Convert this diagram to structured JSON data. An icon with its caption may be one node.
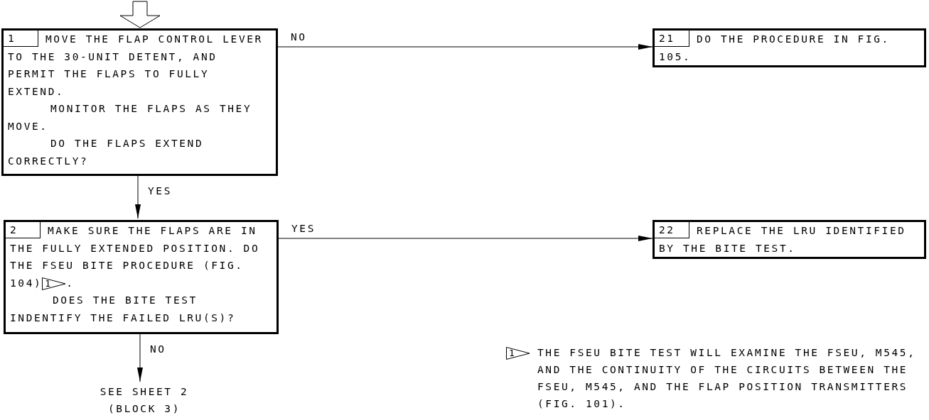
{
  "diagram": {
    "nodes": [
      {
        "text": [
          "1",
          "MOVE THE FLAP CONTROL LEVER TO THE 30-UNIT DETENT, AND PERMIT THE FLAPS TO FULLY EXTEND.",
          "MONITOR THE FLAPS AS THEY MOVE.",
          "DO THE FLAPS EXTEND CORRECTLY?"
        ]
      },
      {
        "text": [
          "21",
          "DO THE PROCEDURE IN FIG. 105."
        ]
      },
      {
        "text": [
          "2",
          "MAKE SURE THE FLAPS ARE IN THE FULLY EXTENDED POSITION. DO THE FSEU BITE PROCEDURE (FIG. 104)",
          ".",
          "DOES THE BITE TEST INDENTIFY THE FAILED LRU(S)?"
        ]
      },
      {
        "text": [
          "1"
        ],
        "in": 2
      },
      {
        "text": [
          "22",
          "REPLACE THE LRU IDENTIFIED BY THE BITE TEST."
        ]
      },
      {
        "text": [
          "SEE SHEET 2 (BLOCK 3)"
        ]
      },
      {
        "text": [
          "1"
        ],
        "beside": [
          "THE FSEU BITE TEST WILL EXAMINE THE FSEU, M545, AND THE CONTINUITY OF THE CIRCUITS BETWEEN THE FSEU, M545, AND THE FLAP POSITION TRANSMITTERS (FIG. 101)."
        ]
      }
    ],
    "edges": [
      {
        "from": null,
        "to": 0,
        "arrow": "to"
      },
      {
        "from": 0,
        "to": 1,
        "arrow": "to",
        "label": "NO"
      },
      {
        "from": 0,
        "to": 2,
        "arrow": "to",
        "label": "YES"
      },
      {
        "from": 2,
        "to": 4,
        "arrow": "to",
        "label": "YES"
      },
      {
        "from": 2,
        "to": 5,
        "arrow": "to",
        "label": "NO"
      }
    ]
  }
}
